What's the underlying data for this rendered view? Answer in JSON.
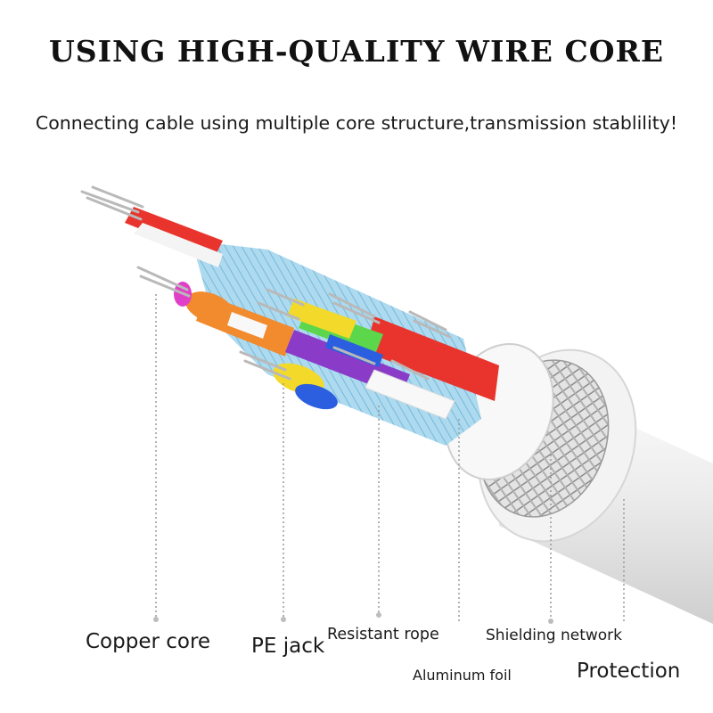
{
  "heading": {
    "title": "USING HIGH-QUALITY WIRE CORE",
    "subtitle": "Connecting cable using multiple core structure,transmission stablility!"
  },
  "labels": {
    "copper_core": "Copper core",
    "pe_jack": "PE jack",
    "resistant_rope": "Resistant rope",
    "aluminum_foil": "Aluminum foil",
    "shielding_network": "Shielding network",
    "protection": "Protection"
  },
  "colors": {
    "wire_red": "#e8342c",
    "wire_orange": "#f28a2e",
    "wire_magenta": "#e040c8",
    "wire_purple": "#8a3cc8",
    "wire_green": "#5cd64a",
    "wire_yellow": "#f2d92a",
    "wire_blue": "#2b5fe0",
    "foil_blue": "#9fd2ea",
    "jacket_white": "#eeeeee"
  }
}
